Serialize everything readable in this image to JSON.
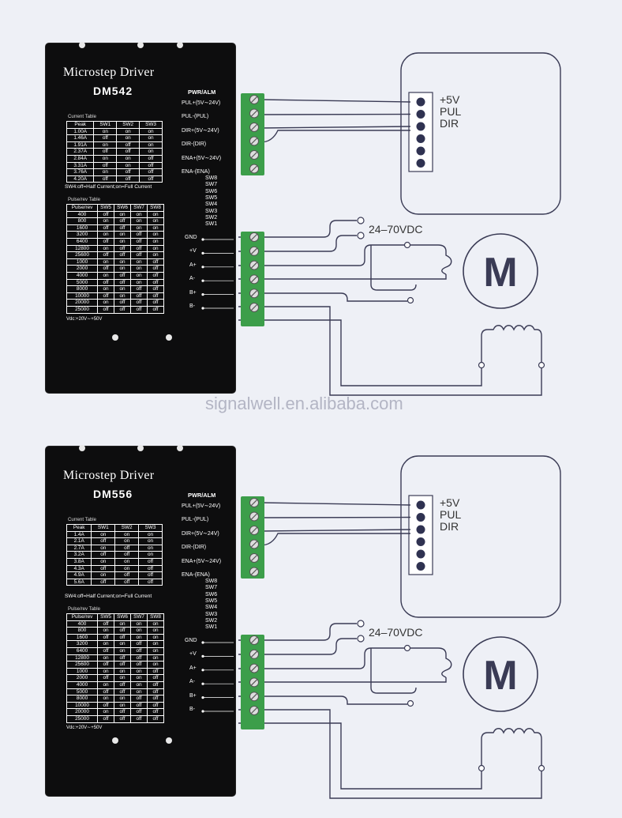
{
  "watermark": "signalwell.en.alibaba.com",
  "controller_labels": [
    "+5V",
    "PUL",
    "DIR"
  ],
  "supply_label": "24–70VDC",
  "motor_label": "M",
  "pwr_alm": "PWR/ALM",
  "signal_pins": [
    "PUL+(5V∼24V)",
    "PUL-(PUL)",
    "DIR+(5V∼24V)",
    "DIR-(DIR)",
    "ENA+(5V∼24V)",
    "ENA-(ENA)"
  ],
  "switches": [
    "SW8",
    "SW7",
    "SW6",
    "SW5",
    "SW4",
    "SW3",
    "SW2",
    "SW1"
  ],
  "power_pins": [
    "GND",
    "+V",
    "A+",
    "A-",
    "B+",
    "B-"
  ],
  "drivers": [
    {
      "title": "Microstep Driver",
      "model": "DM542",
      "current_table_caption": "Current Table",
      "current_header": [
        "Peak",
        "SW1",
        "SW2",
        "SW3"
      ],
      "current_rows": [
        [
          "1.00A",
          "on",
          "on",
          "on"
        ],
        [
          "1.46A",
          "off",
          "on",
          "on"
        ],
        [
          "1.91A",
          "on",
          "off",
          "on"
        ],
        [
          "2.37A",
          "off",
          "off",
          "on"
        ],
        [
          "2.84A",
          "on",
          "on",
          "off"
        ],
        [
          "3.31A",
          "off",
          "on",
          "off"
        ],
        [
          "3.76A",
          "on",
          "off",
          "off"
        ],
        [
          "4.20A",
          "off",
          "off",
          "off"
        ]
      ],
      "sw4_note": "SW4:off=Half Current;on=Full Current",
      "pulse_table_caption": "Pulse/rev Table",
      "pulse_header": [
        "Pulse/rev",
        "SW5",
        "SW6",
        "SW7",
        "SW8"
      ],
      "pulse_rows": [
        [
          "400",
          "off",
          "on",
          "on",
          "on"
        ],
        [
          "800",
          "on",
          "off",
          "on",
          "on"
        ],
        [
          "1600",
          "off",
          "off",
          "on",
          "on"
        ],
        [
          "3200",
          "on",
          "on",
          "off",
          "on"
        ],
        [
          "6400",
          "off",
          "on",
          "off",
          "on"
        ],
        [
          "12800",
          "on",
          "off",
          "off",
          "on"
        ],
        [
          "25600",
          "off",
          "off",
          "off",
          "on"
        ],
        [
          "1000",
          "on",
          "on",
          "on",
          "off"
        ],
        [
          "2000",
          "off",
          "on",
          "on",
          "off"
        ],
        [
          "4000",
          "on",
          "off",
          "on",
          "off"
        ],
        [
          "5000",
          "off",
          "off",
          "on",
          "off"
        ],
        [
          "8000",
          "on",
          "on",
          "off",
          "off"
        ],
        [
          "10000",
          "off",
          "on",
          "off",
          "off"
        ],
        [
          "20000",
          "on",
          "off",
          "off",
          "off"
        ],
        [
          "25000",
          "off",
          "off",
          "off",
          "off"
        ]
      ],
      "vdc": "Vdc:+20V∼+50V"
    },
    {
      "title": "Microstep Driver",
      "model": "DM556",
      "current_table_caption": "Current Table",
      "current_header": [
        "Peak",
        "SW1",
        "SW2",
        "SW3"
      ],
      "current_rows": [
        [
          "1.4A",
          "on",
          "on",
          "on"
        ],
        [
          "2.1A",
          "off",
          "on",
          "on"
        ],
        [
          "2.7A",
          "on",
          "off",
          "on"
        ],
        [
          "3.2A",
          "off",
          "off",
          "on"
        ],
        [
          "3.8A",
          "on",
          "on",
          "off"
        ],
        [
          "4.3A",
          "off",
          "on",
          "off"
        ],
        [
          "4.9A",
          "on",
          "off",
          "off"
        ],
        [
          "5.6A",
          "off",
          "off",
          "off"
        ]
      ],
      "sw4_note": "SW4:off=Half Current;on=Full Current",
      "pulse_table_caption": "Pulse/rev Table",
      "pulse_header": [
        "Pulse/rev",
        "SW5",
        "SW6",
        "SW7",
        "SW8"
      ],
      "pulse_rows": [
        [
          "400",
          "off",
          "on",
          "on",
          "on"
        ],
        [
          "800",
          "on",
          "off",
          "on",
          "on"
        ],
        [
          "1600",
          "off",
          "off",
          "on",
          "on"
        ],
        [
          "3200",
          "on",
          "on",
          "off",
          "on"
        ],
        [
          "6400",
          "off",
          "on",
          "off",
          "on"
        ],
        [
          "12800",
          "on",
          "off",
          "off",
          "on"
        ],
        [
          "25600",
          "off",
          "off",
          "off",
          "on"
        ],
        [
          "1000",
          "on",
          "on",
          "on",
          "off"
        ],
        [
          "2000",
          "off",
          "on",
          "on",
          "off"
        ],
        [
          "4000",
          "on",
          "off",
          "on",
          "off"
        ],
        [
          "5000",
          "off",
          "off",
          "on",
          "off"
        ],
        [
          "8000",
          "on",
          "on",
          "off",
          "off"
        ],
        [
          "10000",
          "off",
          "on",
          "off",
          "off"
        ],
        [
          "20000",
          "on",
          "off",
          "off",
          "off"
        ],
        [
          "25000",
          "off",
          "off",
          "off",
          "off"
        ]
      ],
      "vdc": "Vdc:+20V∼+50V"
    }
  ]
}
